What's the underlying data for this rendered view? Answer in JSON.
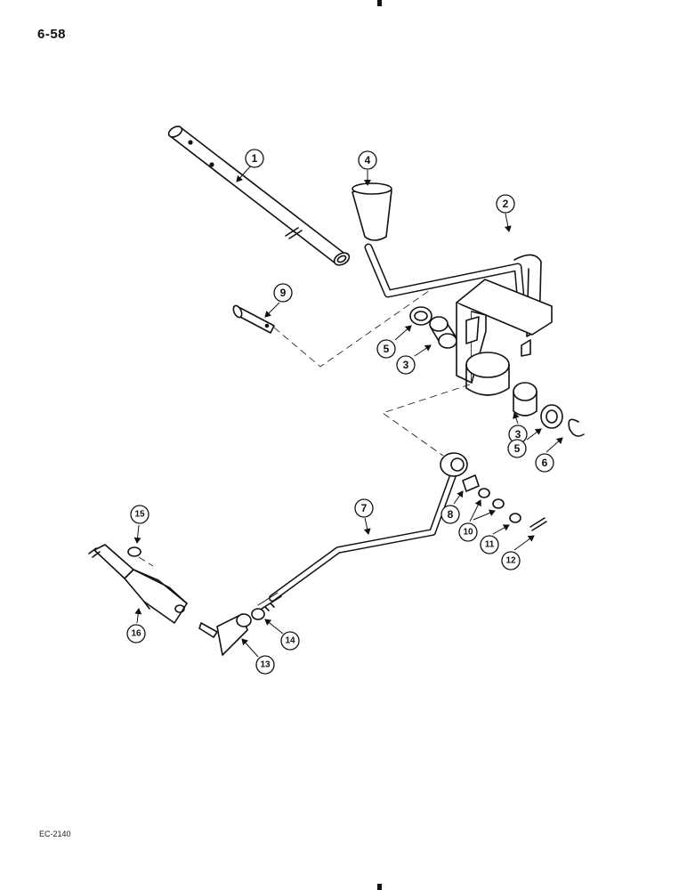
{
  "page": {
    "page_number": "6-58",
    "diagram_code": "EC-2140"
  },
  "callouts": [
    {
      "id": "c1",
      "label": "1"
    },
    {
      "id": "c2",
      "label": "2"
    },
    {
      "id": "c3a",
      "label": "3"
    },
    {
      "id": "c3b",
      "label": "3"
    },
    {
      "id": "c4",
      "label": "4"
    },
    {
      "id": "c5a",
      "label": "5"
    },
    {
      "id": "c5b",
      "label": "5"
    },
    {
      "id": "c6",
      "label": "6"
    },
    {
      "id": "c7",
      "label": "7"
    },
    {
      "id": "c8",
      "label": "8"
    },
    {
      "id": "c9",
      "label": "9"
    },
    {
      "id": "c10",
      "label": "10"
    },
    {
      "id": "c11",
      "label": "11"
    },
    {
      "id": "c12",
      "label": "12"
    },
    {
      "id": "c13",
      "label": "13"
    },
    {
      "id": "c14",
      "label": "14"
    },
    {
      "id": "c15",
      "label": "15"
    },
    {
      "id": "c16",
      "label": "16"
    }
  ]
}
